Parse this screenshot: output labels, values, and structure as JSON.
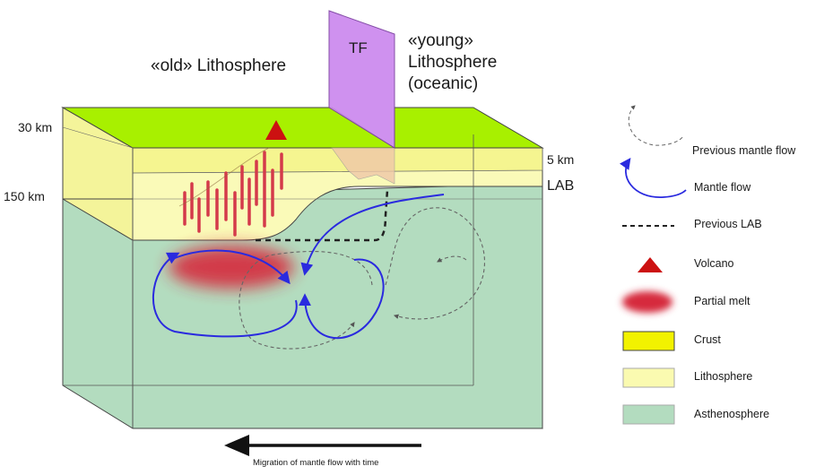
{
  "labels": {
    "old_lithosphere": "«old» Lithosphere",
    "young_lithosphere_line1": "«young»",
    "young_lithosphere_line2": "Lithosphere",
    "young_lithosphere_line3": "(oceanic)",
    "transform_fault": "TF",
    "depth_30": "30 km",
    "depth_150": "150 km",
    "depth_5": "5 km",
    "lab": "LAB",
    "migration_caption": "Migration of mantle flow with time"
  },
  "legend": [
    {
      "key": "previous-mantle-flow",
      "label": "Previous mantle flow",
      "symbol": "dashed-curved-arrow",
      "color": "#777777"
    },
    {
      "key": "mantle-flow",
      "label": "Mantle flow",
      "symbol": "curved-arrow",
      "color": "#2a2adf"
    },
    {
      "key": "previous-lab",
      "label": "Previous LAB",
      "symbol": "dashed-line",
      "color": "#222222"
    },
    {
      "key": "volcano",
      "label": "Volcano",
      "symbol": "triangle",
      "color": "#cc1111"
    },
    {
      "key": "partial-melt",
      "label": "Partial melt",
      "symbol": "blurred-ellipse",
      "color": "#d62a3c"
    },
    {
      "key": "crust",
      "label": "Crust",
      "symbol": "swatch",
      "color": "#f2f200"
    },
    {
      "key": "lithosphere",
      "label": "Lithosphere",
      "symbol": "swatch",
      "color": "#fafab0"
    },
    {
      "key": "asthenosphere",
      "label": "Asthenosphere",
      "symbol": "swatch",
      "color": "#b3dcbf"
    }
  ],
  "colors": {
    "crust_top": "#a8f000",
    "crust_front": "#f5f590",
    "lithosphere": "#fafab8",
    "asthenosphere": "#b3dcbf",
    "transform_fault": "#cc88ee",
    "mantle_flow": "#2a2adf",
    "dike": "#d43a4a",
    "volcano": "#cc1111"
  }
}
